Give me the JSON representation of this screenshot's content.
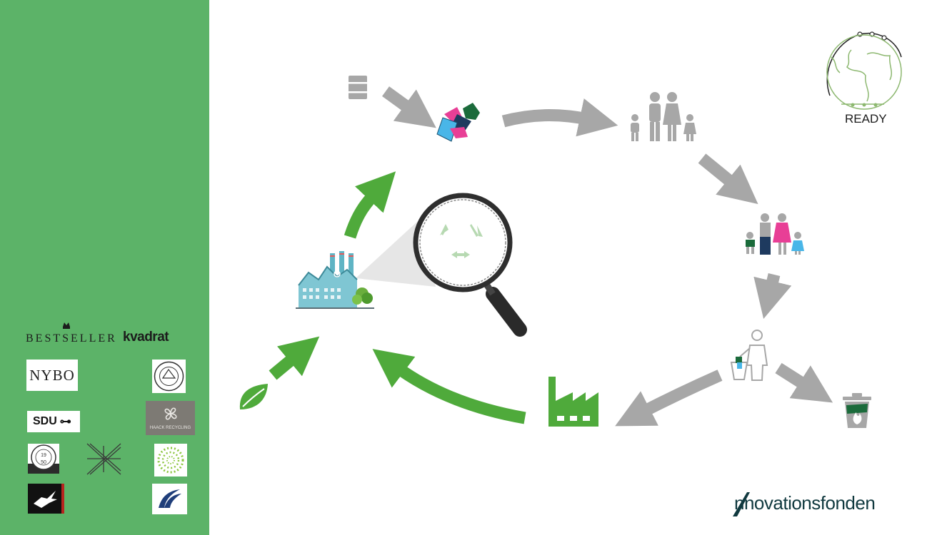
{
  "sidebar": {
    "bg_color": "#5cb368",
    "logos": {
      "bestseller": "BESTSELLER",
      "kvadrat": "kvadrat",
      "nybo": "NYBO",
      "sdu": "SDU",
      "haack": "HAACK RECYCLING",
      "seal_year_top": "19",
      "seal_year_bottom": "50"
    }
  },
  "badge": {
    "text": "READY"
  },
  "funder": {
    "name": "nnovationsfonden"
  },
  "colors": {
    "green_arrow": "#4faa3b",
    "gray_arrow": "#a7a7a7",
    "dark_teal": "#10393f"
  },
  "icons": [
    "oil-barrel-icon",
    "clothes-icon",
    "family-icon",
    "family-clothes-icon",
    "person-trash-icon",
    "trash-bin-fire-icon",
    "factory-icon",
    "recycling-plant-icon",
    "magnifier-icon",
    "leaf-icon",
    "globe-icon"
  ]
}
